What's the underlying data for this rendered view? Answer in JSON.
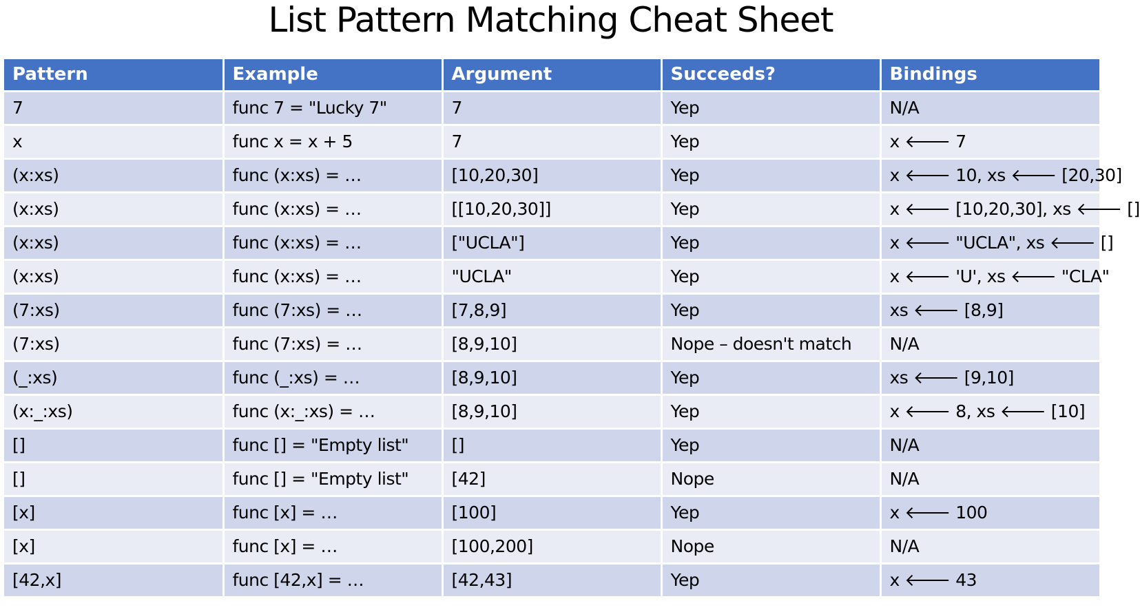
{
  "title": "List Pattern Matching Cheat Sheet",
  "table": {
    "headers": [
      "Pattern",
      "Example",
      "Argument",
      "Succeeds?",
      "Bindings"
    ],
    "rows": [
      [
        "7",
        "func 7 = \"Lucky 7\"",
        "7",
        "Yep",
        "N/A"
      ],
      [
        "x",
        "func x = x + 5",
        "7",
        "Yep",
        "x 🡐 7"
      ],
      [
        "(x:xs)",
        "func (x:xs) = …",
        "[10,20,30]",
        "Yep",
        "x 🡐 10, xs 🡐 [20,30]"
      ],
      [
        "(x:xs)",
        "func (x:xs) = …",
        "[[10,20,30]]",
        "Yep",
        "x 🡐 [10,20,30], xs 🡐 []"
      ],
      [
        "(x:xs)",
        "func (x:xs) = …",
        "[\"UCLA\"]",
        "Yep",
        "x 🡐 \"UCLA\", xs 🡐 []"
      ],
      [
        "(x:xs)",
        "func (x:xs) = …",
        "\"UCLA\"",
        "Yep",
        "x 🡐 'U', xs 🡐 \"CLA\""
      ],
      [
        "(7:xs)",
        "func (7:xs) = …",
        "[7,8,9]",
        "Yep",
        "xs 🡐 [8,9]"
      ],
      [
        "(7:xs)",
        "func (7:xs) = …",
        "[8,9,10]",
        "Nope – doesn't match",
        "N/A"
      ],
      [
        "(_:xs)",
        "func (_:xs) = …",
        "[8,9,10]",
        "Yep",
        "xs 🡐 [9,10]"
      ],
      [
        "(x:_:xs)",
        "func (x:_:xs) = …",
        "[8,9,10]",
        "Yep",
        "x 🡐 8, xs 🡐 [10]"
      ],
      [
        "[]",
        "func [] = \"Empty list\"",
        "[]",
        "Yep",
        "N/A"
      ],
      [
        "[]",
        "func [] = \"Empty list\"",
        "[42]",
        "Nope",
        "N/A"
      ],
      [
        "[x]",
        "func [x] = …",
        "[100]",
        "Yep",
        "x 🡐 100"
      ],
      [
        "[x]",
        "func [x] = …",
        "[100,200]",
        "Nope",
        "N/A"
      ],
      [
        "[42,x]",
        "func [42,x] = …",
        "[42,43]",
        "Yep",
        "x 🡐 43"
      ]
    ]
  }
}
